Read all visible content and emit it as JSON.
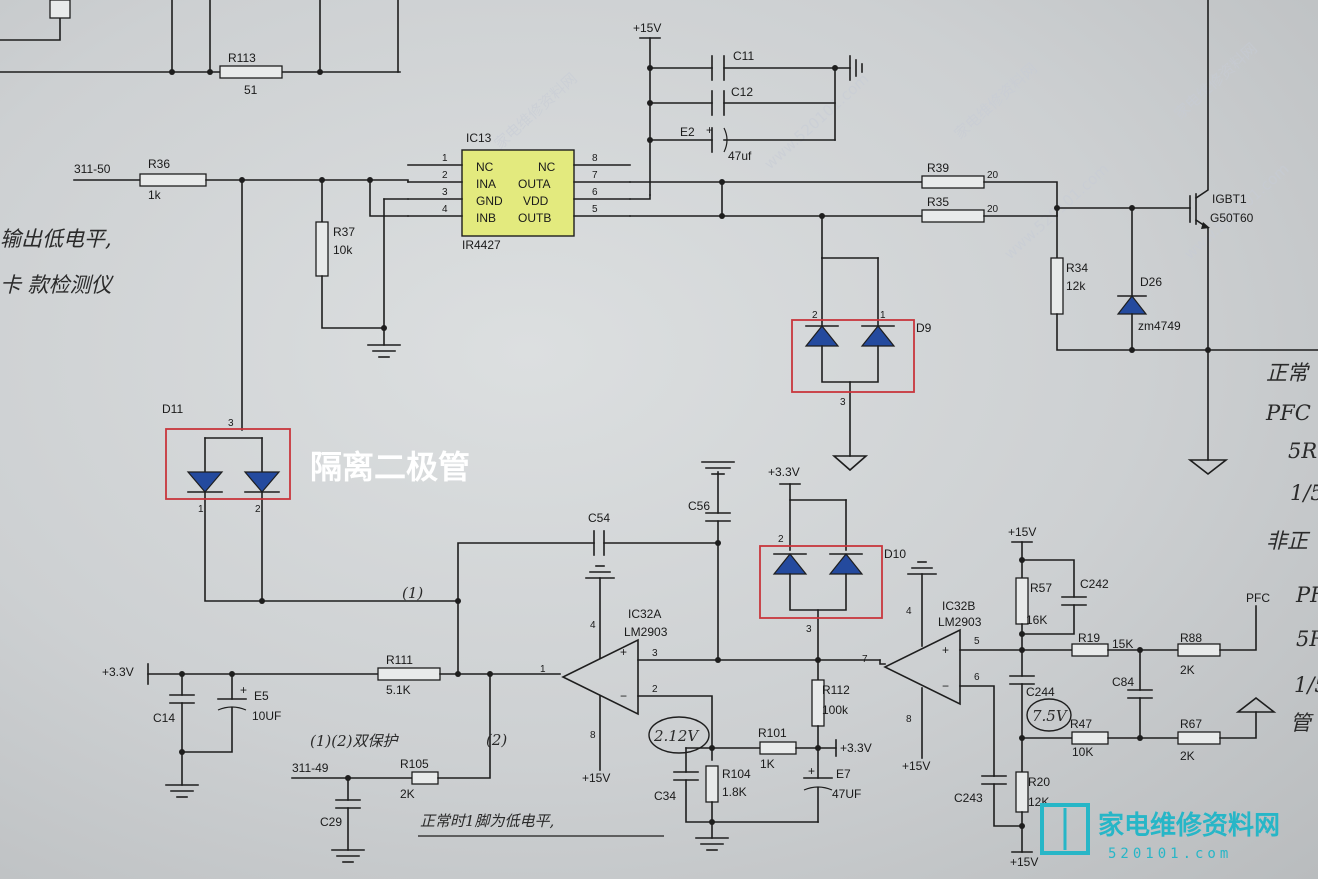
{
  "overlay_title": "隔离二极管",
  "handwritten_notes": {
    "left_top_1": "输出低电平,",
    "left_top_2": "卡 款检测仪",
    "right_1": "正常",
    "right_2": "PFC",
    "right_3": "5R",
    "right_4": "1/5",
    "right_5": "非正",
    "right_6": "PF",
    "right_7": "5R",
    "right_8": "1/5",
    "right_9": "管",
    "circle_1": "(1)",
    "circle_2": "(2)",
    "double_protect": "(1)(2)双保护",
    "bottom_note": "正常时1脚为低电平,",
    "v_212": "2.12V",
    "v_75": "7.5V"
  },
  "nets": {
    "vcc15_top": "+15V",
    "v33_left": "+3.3V",
    "v33_d10": "+3.3V",
    "v15_ic32a_bottom": "+15V",
    "v33_r101": "+3.3V",
    "v15_ic32b_bottom": "+15V",
    "v15_r57_top": "+15V",
    "v15_bottom_right": "+15V",
    "net_311_50": "311-50",
    "net_311_49": "311-49",
    "pfc": "PFC"
  },
  "ic13": {
    "ref": "IC13",
    "part": "IR4427",
    "left_pins": [
      "NC",
      "INA",
      "GND",
      "INB"
    ],
    "right_pins": [
      "NC",
      "OUTA",
      "VDD",
      "OUTB"
    ],
    "left_nums": [
      "1",
      "2",
      "3",
      "4"
    ],
    "right_nums": [
      "8",
      "7",
      "6",
      "5"
    ]
  },
  "ic32a": {
    "ref": "IC32A",
    "part": "LM2903",
    "pin_out": "1",
    "pin_plus": "3",
    "pin_minus": "2",
    "pin_v": "4",
    "pin_g": "8"
  },
  "ic32b": {
    "ref": "IC32B",
    "part": "LM2903",
    "pin_out": "7",
    "pin_plus": "5",
    "pin_minus": "6",
    "pin_v": "4",
    "pin_g": "8"
  },
  "igbt": {
    "ref": "IGBT1",
    "part": "G50T60"
  },
  "diodes": {
    "d9": "D9",
    "d10": "D10",
    "d11": "D11",
    "d26": "D26",
    "d26_part": "zm4749",
    "pins_a": "2",
    "pins_b": "3",
    "pins_c": "1"
  },
  "resistors": {
    "r113": "R113",
    "r113_v": "51",
    "r36": "R36",
    "r36_v": "1k",
    "r37": "R37",
    "r37_v": "10k",
    "r39": "R39",
    "r39_v": "20",
    "r35": "R35",
    "r35_v": "20",
    "r34": "R34",
    "r34_v": "12k",
    "r111": "R111",
    "r111_v": "5.1K",
    "r105": "R105",
    "r105_v": "2K",
    "r101": "R101",
    "r101_v": "1K",
    "r104": "R104",
    "r104_v": "1.8K",
    "r112": "R112",
    "r112_v": "100k",
    "r57": "R57",
    "r57_v": "16K",
    "r19": "R19",
    "r19_v": "15K",
    "r88": "R88",
    "r88_v": "2K",
    "r47": "R47",
    "r47_v": "10K",
    "r67": "R67",
    "r67_v": "2K",
    "r20": "R20",
    "r20_v": "12K"
  },
  "capacitors": {
    "c11": "C11",
    "c12": "C12",
    "e2": "E2",
    "e2_v": "47uf",
    "c54": "C54",
    "c56": "C56",
    "c14": "C14",
    "e5": "E5",
    "e5_v": "10UF",
    "c29": "C29",
    "c34": "C34",
    "e7": "E7",
    "e7_v": "47UF",
    "c242": "C242",
    "c244": "C244",
    "c84": "C84",
    "c243": "C243"
  },
  "watermarks": [
    "家电维修资料网",
    "www.520101.com",
    "家电维修资料网",
    "www.520101.com",
    "家电维修资料网",
    "www.520101.com"
  ],
  "logo": {
    "text": "家电维修资料网",
    "url": "520101.com"
  },
  "colors": {
    "highlight_box": "#c8363c",
    "diode_fill": "#244a9e",
    "ic_fill": "#e3ea7e",
    "logo": "#27b6c7"
  }
}
